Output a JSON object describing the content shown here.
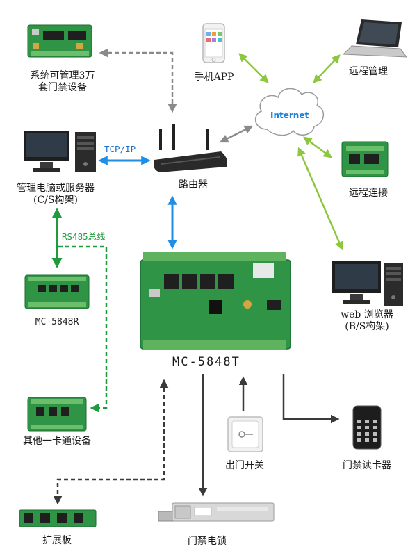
{
  "colors": {
    "green": "#1f9a3c",
    "blue": "#1e8ee6",
    "gray": "#8a8a8a",
    "lime": "#8dc63f",
    "dark": "#3a3a3a",
    "cloud_text": "#1c7fd8",
    "tcp_text": "#1e6fc8",
    "rs485_text": "#1f9a3c"
  },
  "labels": {
    "system_line1": "系统可管理3万",
    "system_line2": "套门禁设备",
    "phone": "手机APP",
    "remote_manage": "远程管理",
    "internet": "Internet",
    "tcp_ip": "TCP/IP",
    "router": "路由器",
    "server_line1": "管理电脑或服务器",
    "server_line2": "(C/S构架)",
    "remote_connect": "远程连接",
    "rs485": "RS485总线",
    "mc5848r": "MC-5848R",
    "web_line1": "web 浏览器",
    "web_line2": "(B/S构架)",
    "mc5848t": "MC-5848T",
    "other_cards": "其他一卡通设备",
    "exit_switch": "出门开关",
    "card_reader": "门禁读卡器",
    "expansion": "扩展板",
    "door_lock": "门禁电锁"
  }
}
